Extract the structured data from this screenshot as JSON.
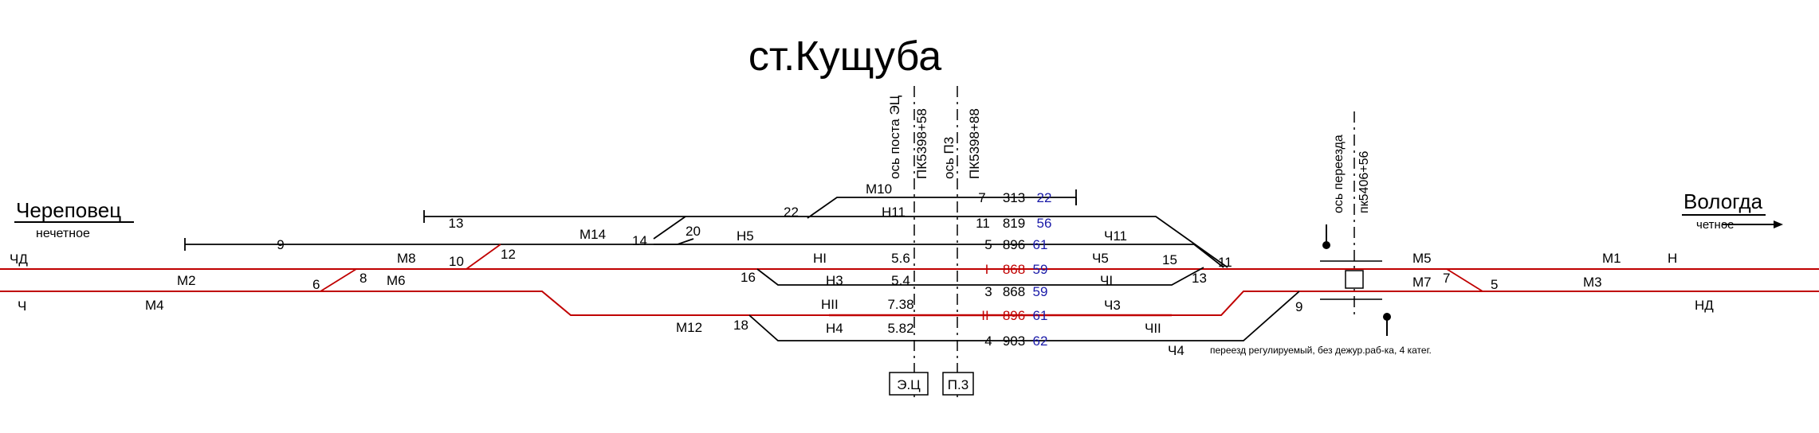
{
  "title": "ст.Кущуба",
  "directions": {
    "left": {
      "name": "Череповец",
      "parity": "нечетное"
    },
    "right": {
      "name": "Вологда",
      "parity": "четное"
    }
  },
  "axes": {
    "ec_post": {
      "label": "ось поста ЭЦ",
      "picket": "ПК5398+58"
    },
    "p3": {
      "label": "ось П3",
      "picket": "ПК5398+88"
    },
    "crossing": {
      "label": "ось переезда",
      "picket": "пк5406+56"
    }
  },
  "boxes": {
    "ec": "Э.Ц",
    "p3": "П.3"
  },
  "tracks": [
    {
      "number": "7",
      "length": "313",
      "capacity": "22"
    },
    {
      "number": "11",
      "length": "819",
      "capacity": "56"
    },
    {
      "number": "5",
      "length": "896",
      "capacity": "61"
    },
    {
      "number": "I",
      "length": "868",
      "capacity": "59"
    },
    {
      "number": "3",
      "length": "868",
      "capacity": "59"
    },
    {
      "number": "II",
      "length": "896",
      "capacity": "61"
    },
    {
      "number": "4",
      "length": "903",
      "capacity": "62"
    }
  ],
  "dead_ends": [
    "13",
    "9"
  ],
  "distances": [
    "5.6",
    "5.4",
    "7.38",
    "5.82"
  ],
  "switches": [
    "6",
    "8",
    "10",
    "12",
    "14",
    "20",
    "22",
    "16",
    "18",
    "15",
    "11",
    "13",
    "9",
    "7",
    "5"
  ],
  "signals": [
    "ЧД",
    "Ч",
    "М2",
    "М4",
    "М8",
    "М6",
    "М14",
    "М10",
    "Н11",
    "Н5",
    "НI",
    "Н3",
    "НII",
    "Н4",
    "М12",
    "Ч11",
    "Ч5",
    "ЧI",
    "Ч3",
    "ЧII",
    "Ч4",
    "М5",
    "М7",
    "М1",
    "М3",
    "Н",
    "НД"
  ],
  "crossing_note": "переезд регулируемый, без дежур.раб-ка, 4 катег."
}
